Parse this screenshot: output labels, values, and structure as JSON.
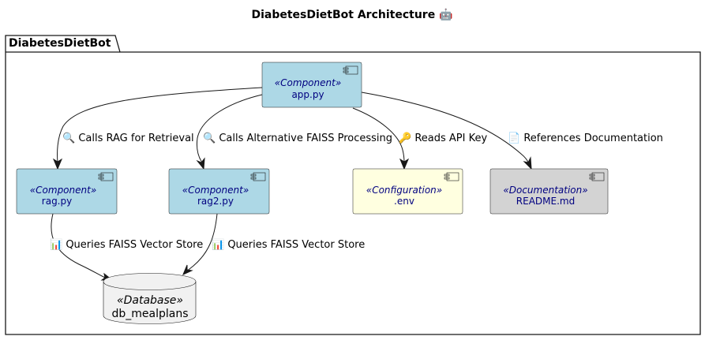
{
  "title": "DiabetesDietBot Architecture 🤖",
  "package": {
    "label": "DiabetesDietBot"
  },
  "nodes": {
    "app": {
      "stereotype": "«Component»",
      "name": "app.py",
      "fill": "#ADD8E6",
      "icon": "component-icon"
    },
    "rag": {
      "stereotype": "«Component»",
      "name": "rag.py",
      "fill": "#ADD8E6",
      "icon": "component-icon"
    },
    "rag2": {
      "stereotype": "«Component»",
      "name": "rag2.py",
      "fill": "#ADD8E6",
      "icon": "component-icon"
    },
    "env": {
      "stereotype": "«Configuration»",
      "name": ".env",
      "fill": "#FFFFE0",
      "icon": "component-icon"
    },
    "readme": {
      "stereotype": "«Documentation»",
      "name": "README.md",
      "fill": "#D3D3D3",
      "icon": "component-icon"
    },
    "db": {
      "stereotype": "«Database»",
      "name": "db_mealplans",
      "fill": "#F1F1F1",
      "icon": "database-icon"
    }
  },
  "edges": {
    "app_rag": "🔍 Calls RAG for Retrieval",
    "app_rag2": "🔍 Calls Alternative FAISS Processing",
    "app_env": "🔑 Reads API Key",
    "app_readme": "📄 References Documentation",
    "rag_db": "📊 Queries FAISS Vector Store",
    "rag2_db": "📊 Queries FAISS Vector Store"
  },
  "colors": {
    "component": "#ADD8E6",
    "configuration": "#FFFFE0",
    "documentation": "#D3D3D3",
    "database": "#F1F1F1",
    "stereotype_text": "#000080",
    "line": "#181818"
  }
}
